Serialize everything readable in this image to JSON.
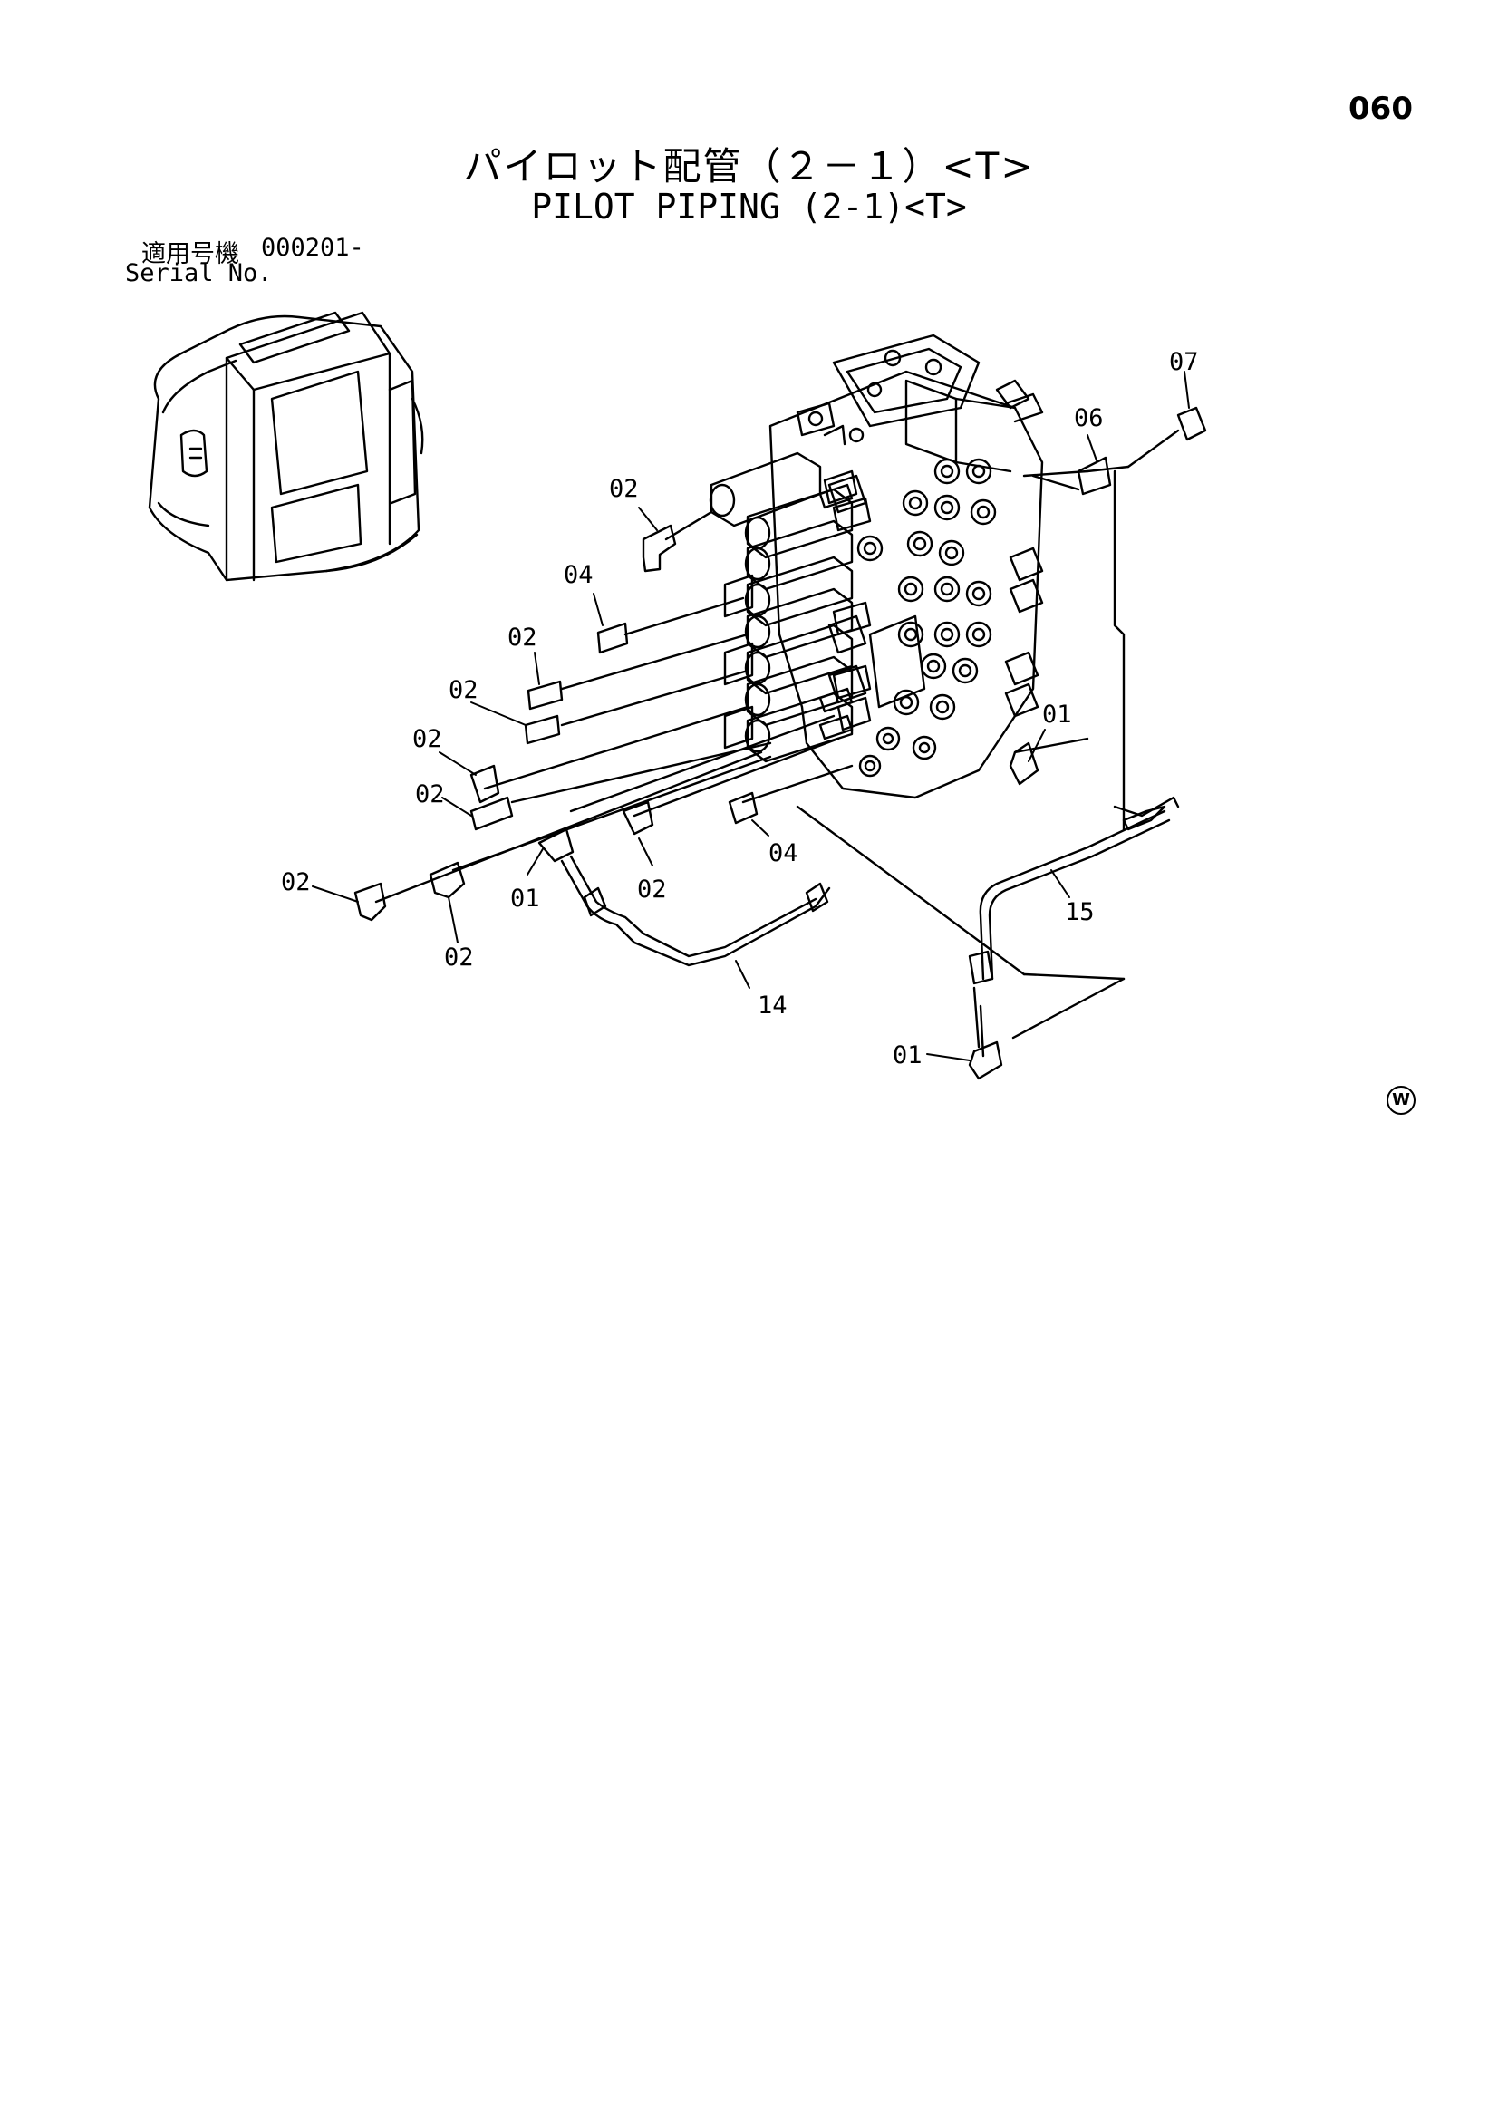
{
  "page_number": "060",
  "title_jp": "パイロット配管（２－１）<T>",
  "title_en": "PILOT PIPING (2-1)<T>",
  "serial": {
    "label_jp": "適用号機",
    "value": "000201-",
    "label_en": "Serial No."
  },
  "corner_mark": "W",
  "callouts": {
    "c01a": "01",
    "c01b": "01",
    "c01c": "01",
    "c02a": "02",
    "c02b": "02",
    "c02c": "02",
    "c02d": "02",
    "c02e": "02",
    "c02f": "02",
    "c02g": "02",
    "c02h": "02",
    "c04a": "04",
    "c04b": "04",
    "c06": "06",
    "c07": "07",
    "c14": "14",
    "c15": "15"
  }
}
